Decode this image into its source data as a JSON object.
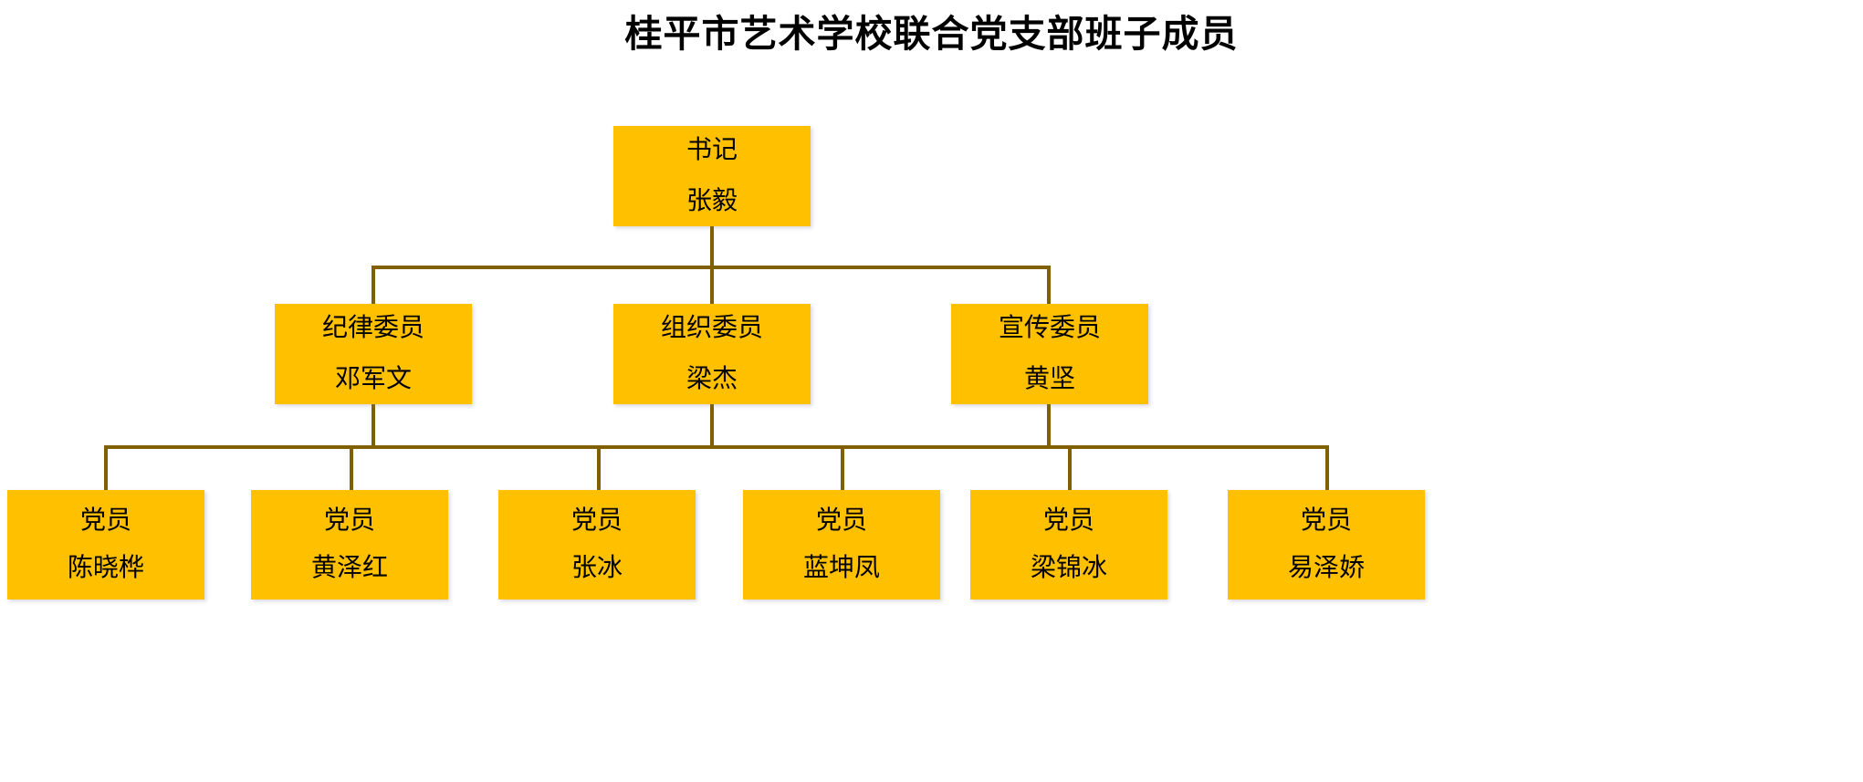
{
  "title": "桂平市艺术学校联合党支部班子成员",
  "colors": {
    "node_fill": "#FFC000",
    "connector": "#806000",
    "text": "#000000",
    "background": "#FFFFFF"
  },
  "org_chart": {
    "type": "tree",
    "levels": 3,
    "root": {
      "role": "书记",
      "person": "张毅"
    },
    "level2": [
      {
        "role": "纪律委员",
        "person": "邓军文"
      },
      {
        "role": "组织委员",
        "person": "梁杰"
      },
      {
        "role": "宣传委员",
        "person": "黄坚"
      }
    ],
    "level3": [
      {
        "role": "党员",
        "person": "陈晓桦"
      },
      {
        "role": "党员",
        "person": "黄泽红"
      },
      {
        "role": "党员",
        "person": "张冰"
      },
      {
        "role": "党员",
        "person": "蓝坤凤"
      },
      {
        "role": "党员",
        "person": "梁锦冰"
      },
      {
        "role": "党员",
        "person": "易泽娇"
      }
    ]
  }
}
